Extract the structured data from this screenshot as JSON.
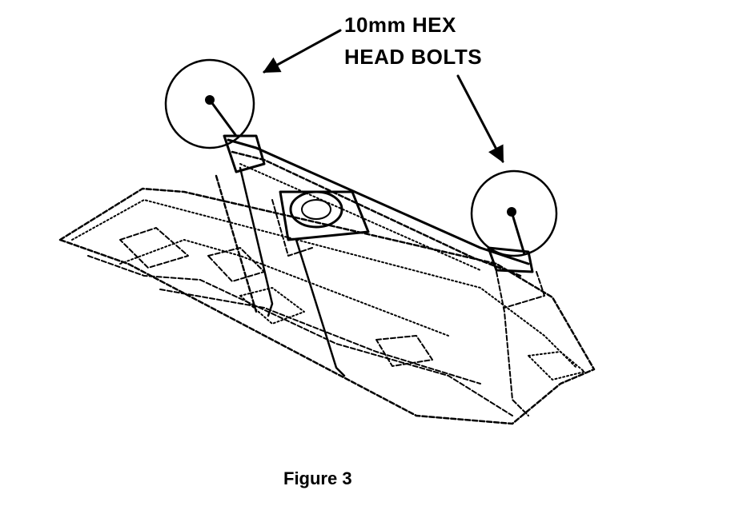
{
  "callout": {
    "line1": "10mm HEX",
    "line2": "HEAD BOLTS"
  },
  "caption": "Figure 3"
}
